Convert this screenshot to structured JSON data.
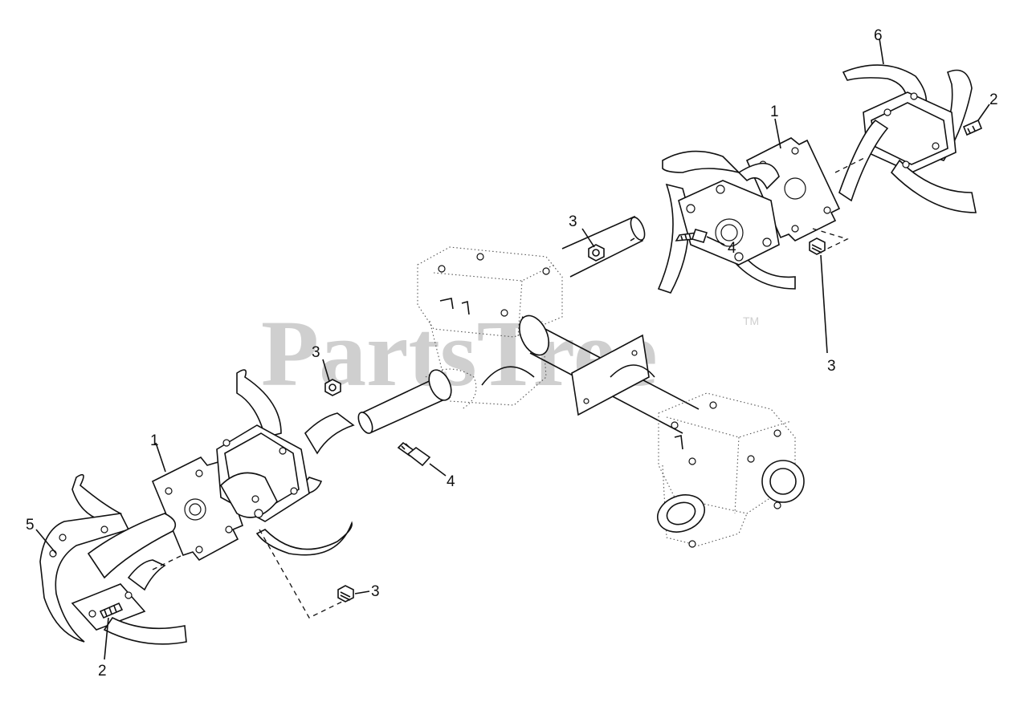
{
  "watermark": {
    "text": "PartsTree",
    "tm": "TM"
  },
  "callouts": {
    "c1_left": "1",
    "c1_right": "1",
    "c2_left": "2",
    "c2_right": "2",
    "c3_center_top": "3",
    "c3_left": "3",
    "c3_bottom": "3",
    "c3_right": "3",
    "c4_center": "4",
    "c4_right": "4",
    "c5": "5",
    "c6": "6"
  },
  "colors": {
    "line": "#111111",
    "watermark": "#cfcfcf",
    "background": "#ffffff"
  }
}
